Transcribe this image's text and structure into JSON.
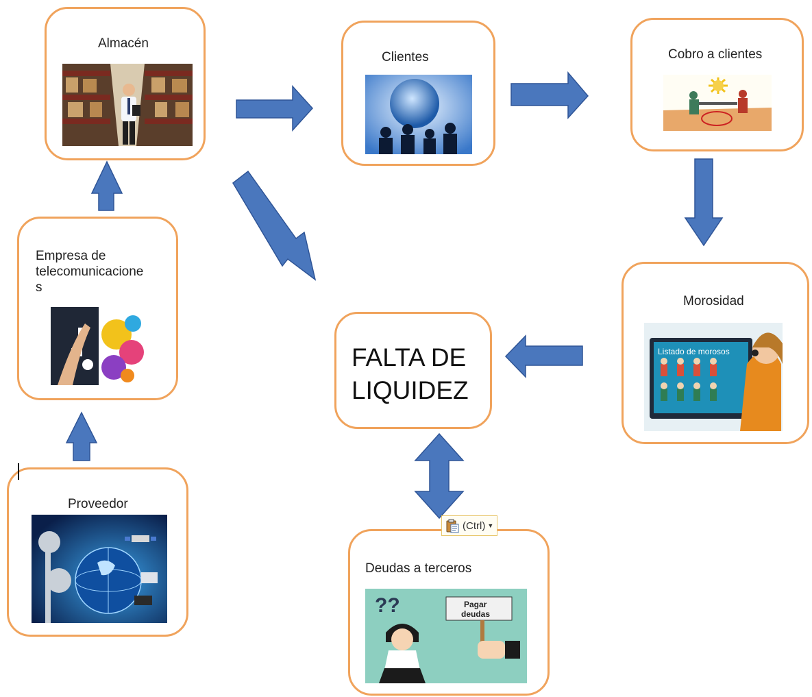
{
  "nodes": {
    "almacen": "Almacén",
    "clientes": "Clientes",
    "cobro": "Cobro  a clientes",
    "morosidad": "Morosidad",
    "falta_line1": "FALTA DE",
    "falta_line2": "LIQUIDEZ",
    "deudas": "Deudas a terceros",
    "proveedor": "Proveedor",
    "empresa_line1": "Empresa de",
    "empresa_line2": "telecomunicacione",
    "empresa_line3": "s"
  },
  "images": {
    "morosos_sign": "Listado de morosos",
    "pagar_sign_line1": "Pagar",
    "pagar_sign_line2": "deudas",
    "questions": "??"
  },
  "paste_options": {
    "label": "(Ctrl)",
    "icon": "clipboard-icon",
    "dropdown_icon": "caret-down-icon"
  },
  "colors": {
    "border": "#f0a35c",
    "arrow_fill": "#4a77bd",
    "arrow_stroke": "#2f5597"
  }
}
